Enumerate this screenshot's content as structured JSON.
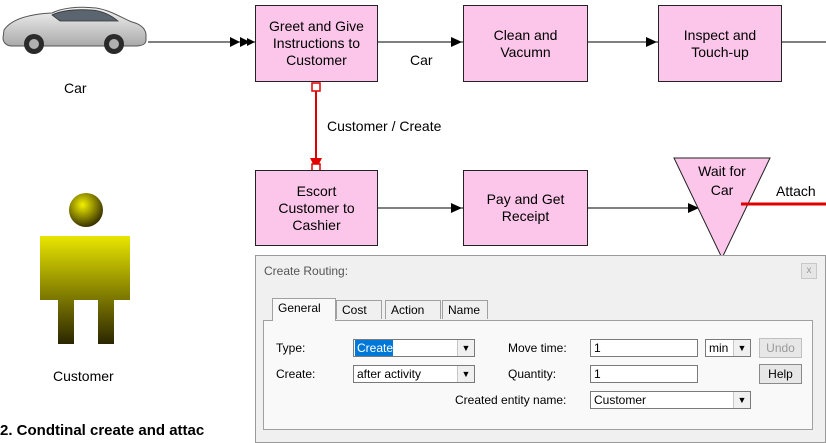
{
  "activities": {
    "greet": "Greet and Give\nInstructions to\nCustomer",
    "clean": "Clean and\nVacumn",
    "inspect": "Inspect and\nTouch-up",
    "escort": "Escort\nCustomer to\nCashier",
    "pay": "Pay and Get\nReceipt",
    "wait": "Wait for\nCar"
  },
  "labels": {
    "car_entity": "Car",
    "car_route": "Car",
    "customer_create_route": "Customer / Create",
    "attach_route": "Attach",
    "customer_entity": "Customer"
  },
  "caption": "2. Condtinal create and attac",
  "dialog": {
    "title": "Create Routing:",
    "close_label": "x",
    "tabs": [
      "General",
      "Cost",
      "Action",
      "Name"
    ],
    "active_tab": "General",
    "type_label": "Type:",
    "type_value": "Create",
    "create_label": "Create:",
    "create_value": "after activity",
    "move_time_label": "Move time:",
    "move_time_value": "1",
    "move_time_unit": "min",
    "quantity_label": "Quantity:",
    "quantity_value": "1",
    "created_entity_label": "Created entity name:",
    "created_entity_value": "Customer",
    "undo_label": "Undo",
    "help_label": "Help"
  },
  "colors": {
    "activity_fill": "#fcc6ea",
    "selected_route": "#e00000",
    "dialog_bg": "#f0f0f0",
    "selection": "#0078d7"
  }
}
